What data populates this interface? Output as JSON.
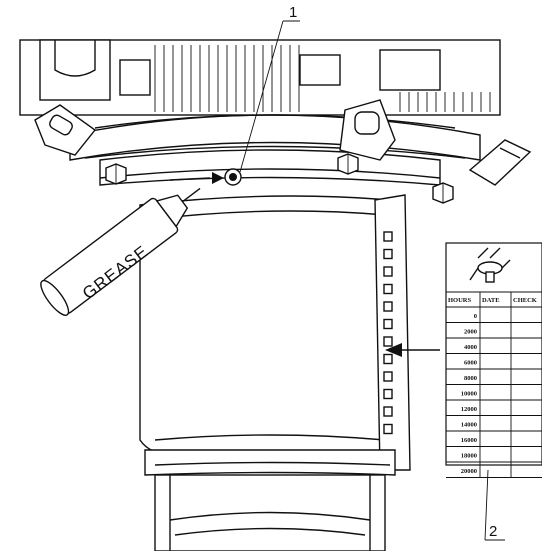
{
  "callouts": [
    {
      "number": "1"
    },
    {
      "number": "2"
    }
  ],
  "grease_tube": {
    "label": "GREASE"
  },
  "maintenance_table": {
    "headers": [
      "HOURS",
      "DATE",
      "CHECK"
    ],
    "hours": [
      "0",
      "2000",
      "4000",
      "6000",
      "8000",
      "10000",
      "12000",
      "14000",
      "16000",
      "18000",
      "20000"
    ]
  }
}
